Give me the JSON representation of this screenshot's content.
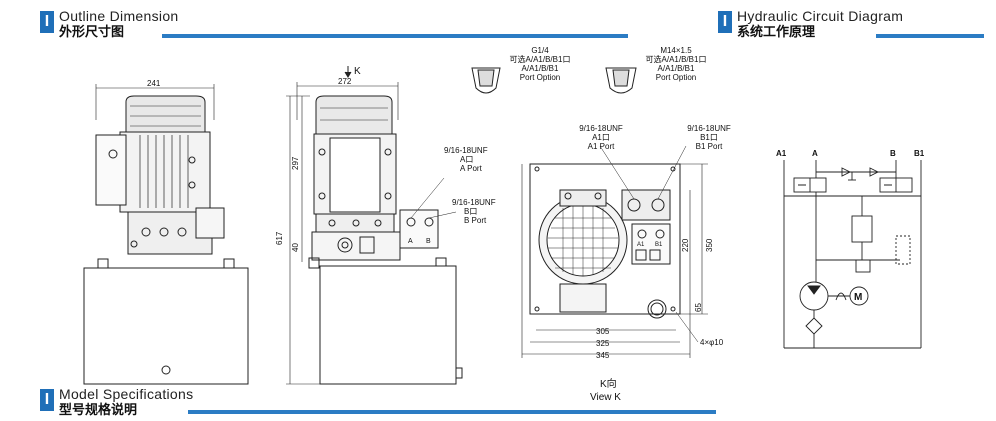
{
  "sections": {
    "outline": {
      "marker": "I",
      "title_en": "Outline Dimension",
      "title_cn": "外形尺寸图"
    },
    "circuit": {
      "marker": "I",
      "title_en": "Hydraulic Circuit Diagram",
      "title_cn": "系统工作原理"
    },
    "model": {
      "marker": "I",
      "title_en": "Model Specifications",
      "title_cn": "型号规格说明"
    }
  },
  "colors": {
    "accent": "#2b7cc4",
    "marker": "#1f6fb8"
  },
  "port_options": [
    {
      "thread": "G1/4",
      "option_cn": "可选A/A1/B/B1口",
      "ports": "A/A1/B/B1",
      "caption": "Port Option"
    },
    {
      "thread": "M14×1.5",
      "option_cn": "可选A/A1/B/B1口",
      "ports": "A/A1/B/B1",
      "caption": "Port Option"
    }
  ],
  "side_view": {
    "width": "241"
  },
  "front_view": {
    "view_mark": "K",
    "width": "272",
    "height_total": "617",
    "height_motor": "297",
    "height_base": "40",
    "port_a": {
      "thread": "9/16-18UNF",
      "code": "A口",
      "name": "A Port"
    },
    "port_b": {
      "thread": "9/16-18UNF",
      "code": "B口",
      "name": "B Port"
    },
    "port_letters": [
      "A",
      "B"
    ]
  },
  "top_view": {
    "port_a1": {
      "thread": "9/16-18UNF",
      "code": "A1口",
      "name": "A1 Port"
    },
    "port_b1": {
      "thread": "9/16-18UNF",
      "code": "B1口",
      "name": "B1 Port"
    },
    "port_letters": [
      "A1",
      "B1"
    ],
    "dim_305": "305",
    "dim_325": "325",
    "dim_345": "345",
    "dim_220": "220",
    "dim_350": "350",
    "dim_65": "65",
    "holes": "4×φ10",
    "view_cn": "K向",
    "view_en": "View K"
  },
  "circuit": {
    "labels": [
      "A1",
      "A",
      "B",
      "B1"
    ],
    "motor": "M"
  }
}
